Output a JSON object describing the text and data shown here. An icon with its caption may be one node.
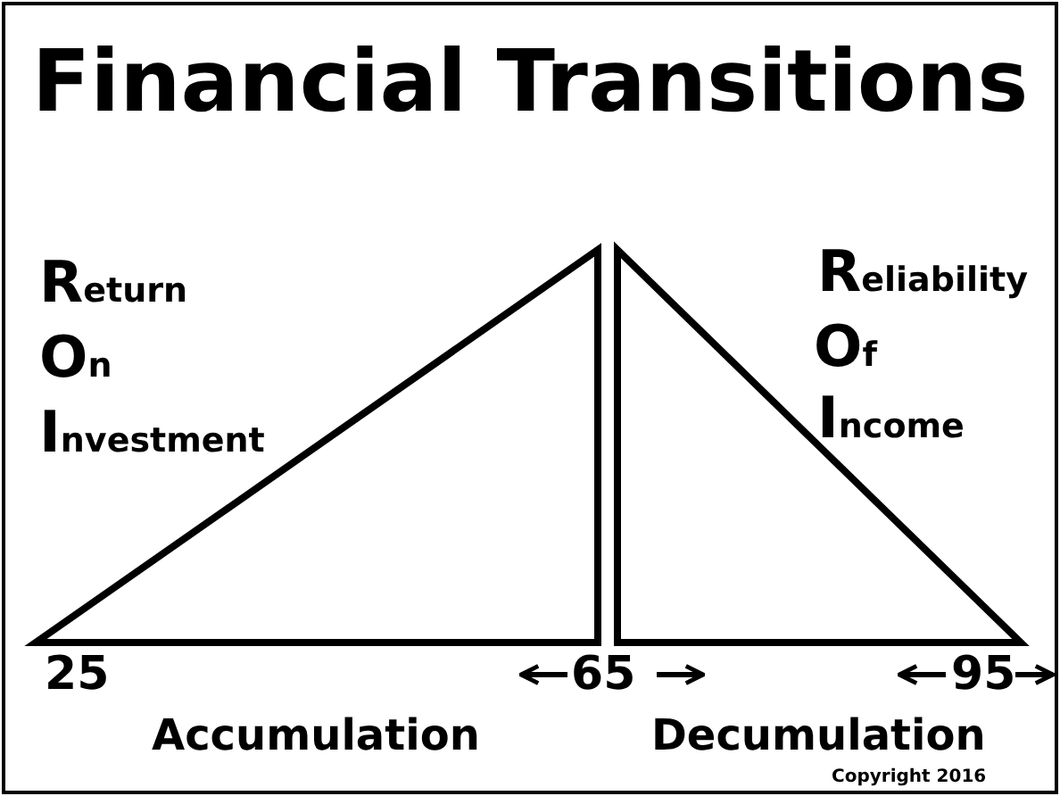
{
  "diagram": {
    "title": "Financial Transitions",
    "labels": [
      "Return",
      "On",
      "Investment",
      "Reliability",
      "Of",
      "Income",
      "25",
      "65",
      "95",
      "Accumulation",
      "Decumulation",
      "Copyright 2016"
    ]
  }
}
